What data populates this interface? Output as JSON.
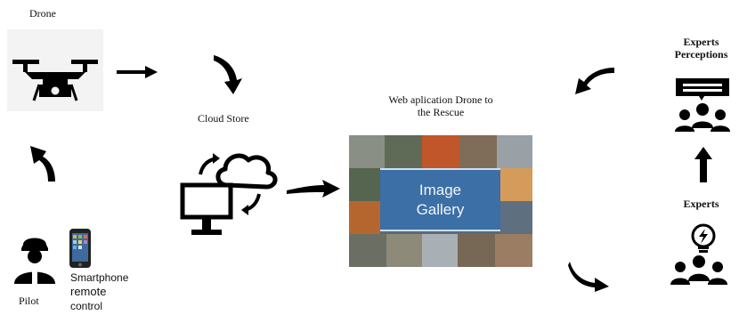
{
  "labels": {
    "drone": "Drone",
    "cloud_store": "Cloud Store",
    "web_app_line1": "Web aplication Drone to",
    "web_app_line2": "the Rescue",
    "experts_perceptions_line1": "Experts",
    "experts_perceptions_line2": "Perceptions",
    "experts": "Experts",
    "pilot": "Pilot",
    "smartphone": "Smartphone",
    "remote": "remote",
    "control": "control"
  },
  "gallery": {
    "line1": "Image",
    "line2": "Gallery"
  },
  "icons": {
    "drone": "drone-camera-icon",
    "cloud_sync": "cloud-sync-icon",
    "monitor": "monitor-icon",
    "pilot": "pilot-icon",
    "smartphone": "smartphone-icon",
    "speech": "speech-bubble-icon",
    "experts_group": "group-icon",
    "idea": "lightbulb-icon"
  },
  "colors": {
    "banner": "#3b6fa6",
    "icon": "#000000"
  }
}
